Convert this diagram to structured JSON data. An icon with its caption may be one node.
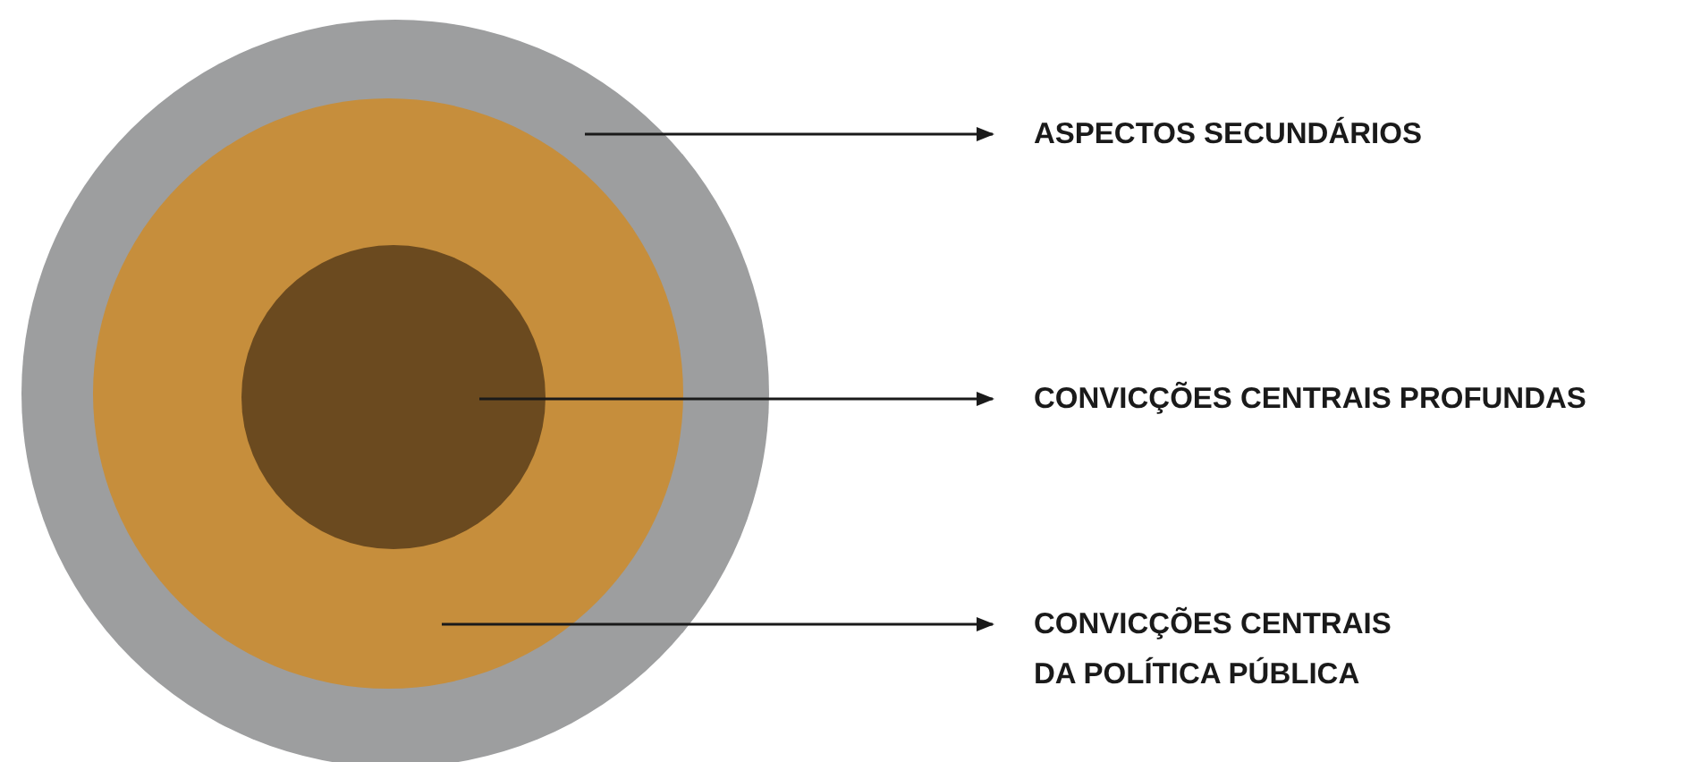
{
  "diagram": {
    "nodes": [
      {
        "text": [],
        "shape": "circle"
      },
      {
        "text": [],
        "shape": "circle",
        "in": 0
      },
      {
        "text": [],
        "shape": "circle",
        "in": 1
      },
      {
        "text": [
          "ASPECTOS SECUNDÁRIOS"
        ]
      },
      {
        "text": [
          "CONVICÇÕES CENTRAIS PROFUNDAS"
        ]
      },
      {
        "text": [
          "CONVICÇÕES CENTRAIS DA POLÍTICA PÚBLICA"
        ]
      }
    ],
    "edges": [
      {
        "from": 0,
        "to": 3,
        "arrow": "to"
      },
      {
        "from": 2,
        "to": 4,
        "arrow": "to"
      },
      {
        "from": 1,
        "to": 5,
        "arrow": "to"
      }
    ]
  }
}
